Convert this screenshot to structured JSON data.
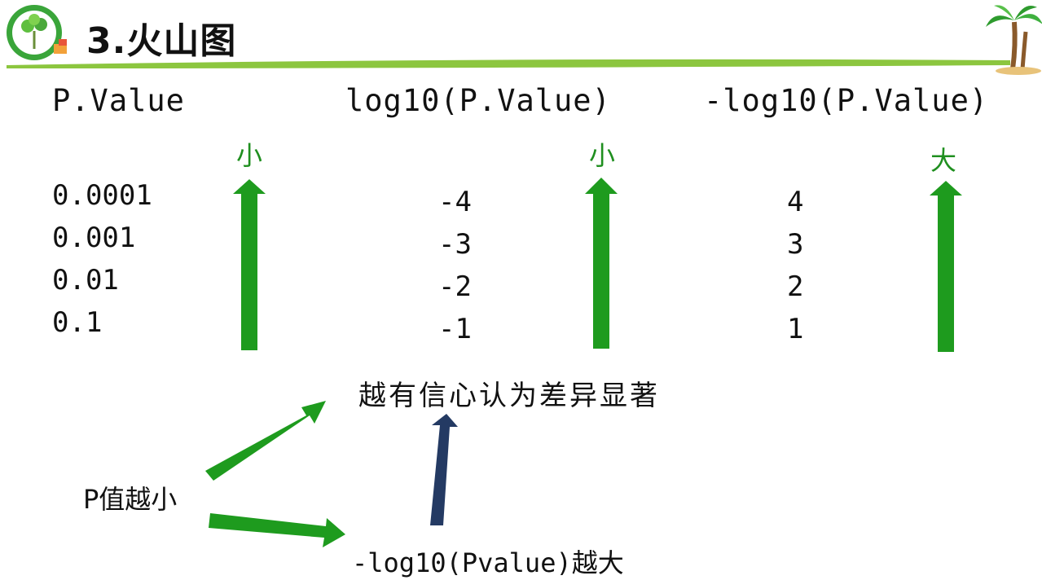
{
  "title": "3.火山图",
  "columns": [
    {
      "header": "P.Value",
      "direction": "小",
      "values": [
        "0.0001",
        "0.001",
        "0.01",
        "0.1"
      ]
    },
    {
      "header": "log10(P.Value)",
      "direction": "小",
      "values": [
        "-4",
        "-3",
        "-2",
        "-1"
      ]
    },
    {
      "header": "-log10(P.Value)",
      "direction": "大",
      "values": [
        "4",
        "3",
        "2",
        "1"
      ]
    }
  ],
  "notes": {
    "conclusion": "越有信心认为差异显著",
    "cause": "P值越小",
    "effect": "-log10(Pvalue)越大"
  },
  "colors": {
    "arrow_green": "#1e9b1e",
    "arrow_navy": "#243a63",
    "underline_green": "#8cc63f",
    "label_green": "#1f8f1f"
  },
  "icons": [
    "logo-badge-icon",
    "palm-tree-icon"
  ]
}
